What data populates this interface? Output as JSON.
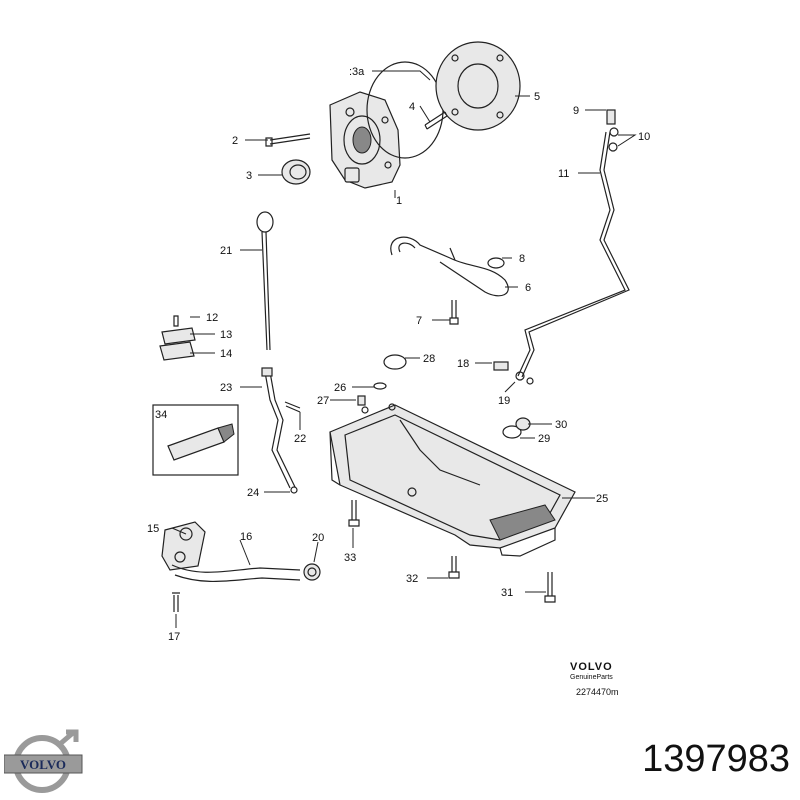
{
  "callouts": {
    "c1": "1",
    "c2": "2",
    "c3": "3",
    "c3a": ":3a",
    "c4": "4",
    "c5": "5",
    "c6": "6",
    "c7": "7",
    "c8": "8",
    "c9": "9",
    "c10": "10",
    "c11": "11",
    "c12": "12",
    "c13": "13",
    "c14": "14",
    "c15": "15",
    "c16": "16",
    "c17": "17",
    "c18": "18",
    "c19": "19",
    "c20": "20",
    "c21": "21",
    "c22": "22",
    "c23": "23",
    "c24": "24",
    "c25": "25",
    "c26": "26",
    "c27": "27",
    "c28": "28",
    "c29": "29",
    "c30": "30",
    "c31": "31",
    "c32": "32",
    "c33": "33",
    "c34": "34"
  },
  "brand": {
    "name": "VOLVO",
    "sub": "GenuineParts",
    "diagram_code": "2274470m"
  },
  "logo": {
    "text": "VOLVO"
  },
  "part_number": "1397983"
}
